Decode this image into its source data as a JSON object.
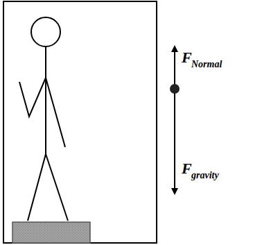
{
  "diagram": {
    "labels": [
      "F",
      "Normal",
      "F",
      "gravity"
    ]
  }
}
